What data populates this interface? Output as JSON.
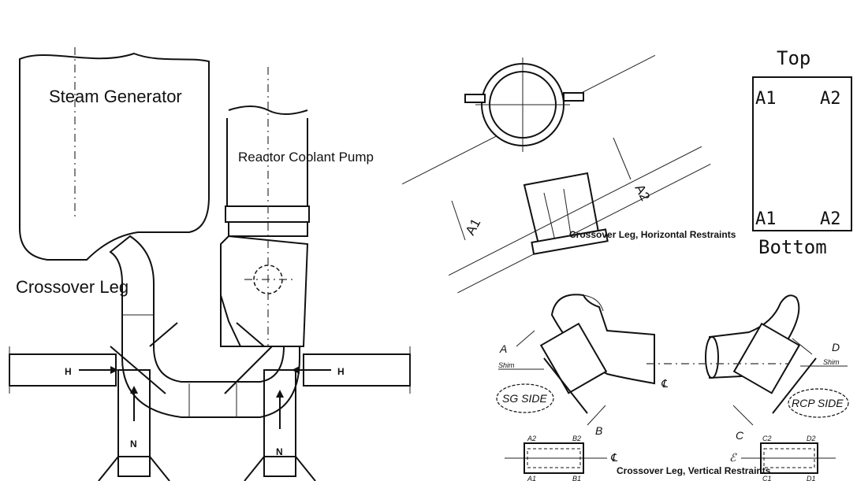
{
  "main_view": {
    "steam_generator_label": "Steam Generator",
    "reactor_coolant_pump_label": "Reactor Coolant Pump",
    "crossover_leg_label": "Crossover Leg",
    "force_h": "H",
    "force_n": "N"
  },
  "horizontal_view": {
    "caption": "Crossover Leg, Horizontal Restraints",
    "dim_a1": "A1",
    "dim_a2": "A2"
  },
  "orientation_box": {
    "top_label": "Top",
    "bottom_label": "Bottom",
    "top_left": "A1",
    "top_right": "A2",
    "bottom_left": "A1",
    "bottom_right": "A2"
  },
  "vertical_view": {
    "caption": "Crossover Leg, Vertical Restraints",
    "sg_side": "SG SIDE",
    "rcp_side": "RCP SIDE",
    "shim_left": "Shim",
    "shim_right": "Shim",
    "dim_a": "A",
    "dim_b": "B",
    "dim_c": "C",
    "dim_d": "D",
    "centerline": "℄",
    "pad_a2": "A2",
    "pad_b2": "B2",
    "pad_a1": "A1",
    "pad_b1": "B1",
    "pad_c2": "C2",
    "pad_d2": "D2",
    "pad_c1": "C1",
    "pad_d1": "D1",
    "cl_left": "℄",
    "cl_right": "ℰ"
  }
}
